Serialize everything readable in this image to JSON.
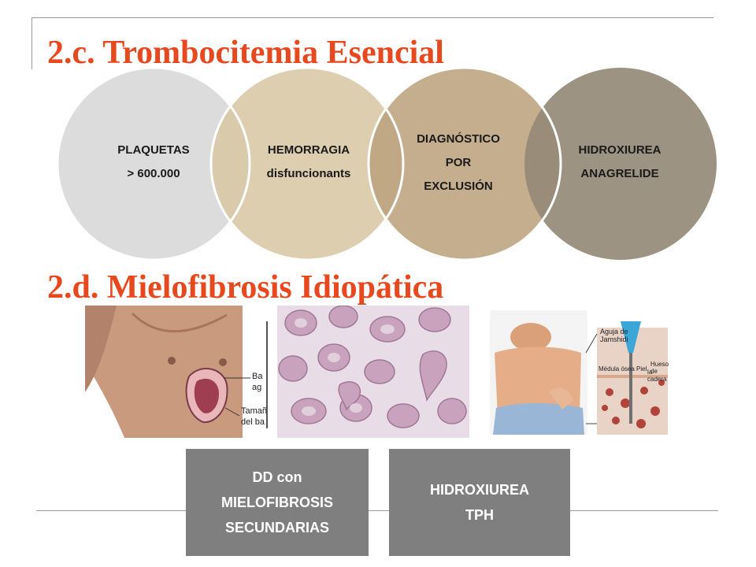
{
  "slide": {
    "title_c": "2.c. Trombocitemia Esencial",
    "title_d": "2.d. Mielofibrosis Idiopática"
  },
  "circles": [
    {
      "lines": [
        "PLAQUETAS",
        "> 600.000"
      ],
      "color": "#dcdcdc"
    },
    {
      "lines": [
        "HEMORRAGIA",
        "disfuncionants"
      ],
      "color": "#d8c7a4"
    },
    {
      "lines": [
        "DIAGNÓSTICO",
        "POR",
        "EXCLUSIÓN"
      ],
      "color": "#bca37e"
    },
    {
      "lines": [
        "HIDROXIUREA",
        "ANAGRELIDE"
      ],
      "color": "#958a78"
    }
  ],
  "images": {
    "torso_labels": [
      "Ba",
      "ag",
      "Tamañ",
      "del ba"
    ],
    "marrow_labels": [
      "Aguja de",
      "Jamshidi",
      "Médula ósea",
      "Piel",
      "Hueso de",
      "la cadera"
    ]
  },
  "boxes": [
    {
      "lines": [
        "DD con",
        "MIELOFIBROSIS",
        "SECUNDARIAS"
      ]
    },
    {
      "lines": [
        "HIDROXIUREA",
        "TPH"
      ]
    }
  ],
  "colors": {
    "title": "#e8481e",
    "box": "#7f7f7f"
  }
}
